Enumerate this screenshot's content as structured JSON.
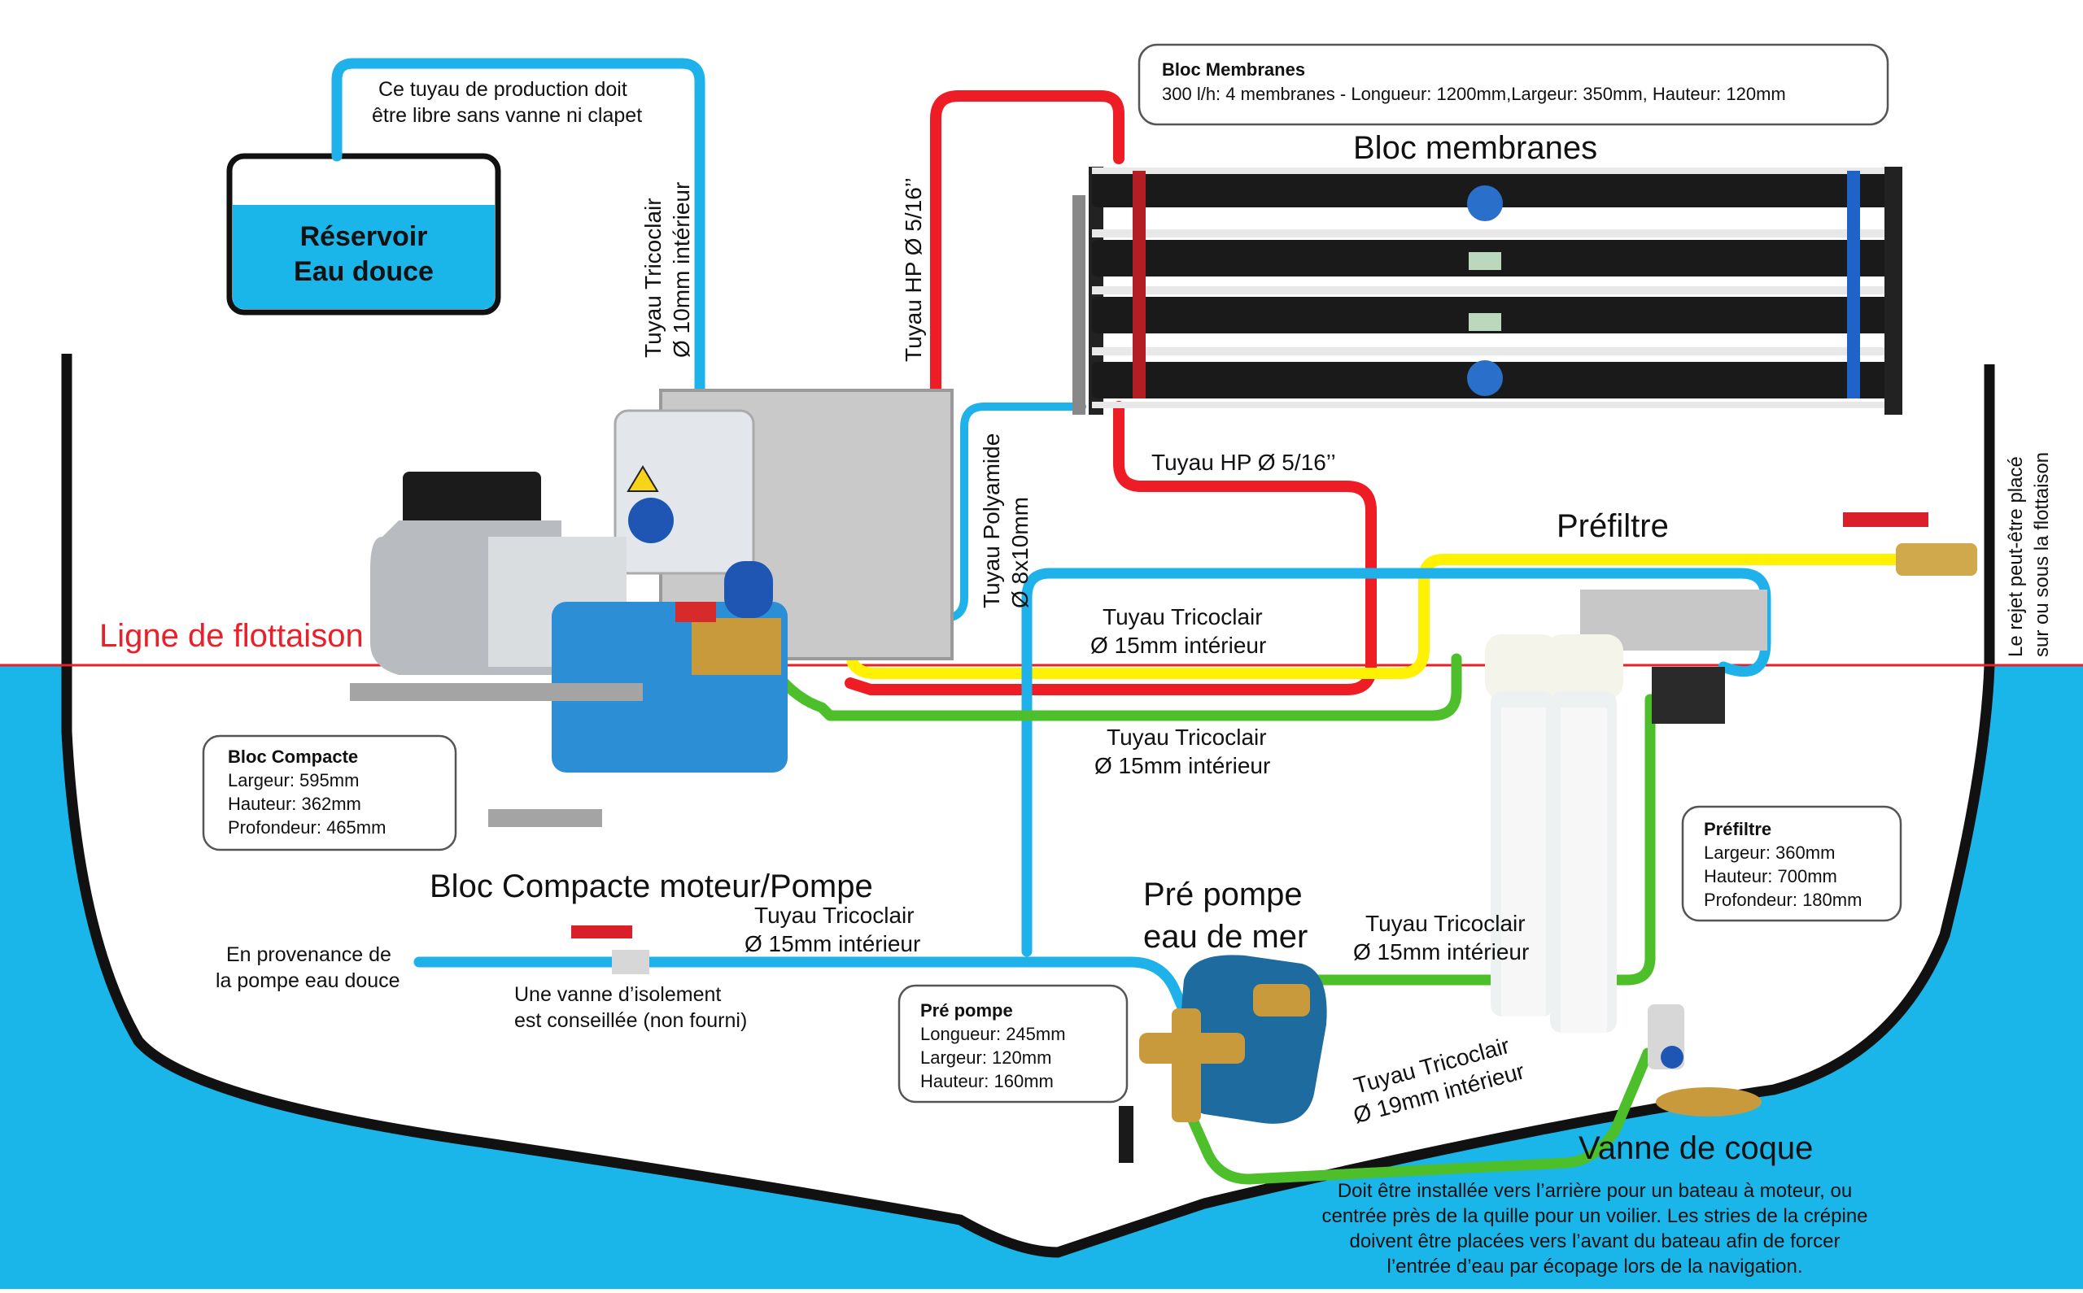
{
  "reservoir": {
    "line1": "Réservoir",
    "line2": "Eau douce"
  },
  "production_note": {
    "line1": "Ce tuyau de production doit",
    "line2": "être libre sans vanne ni clapet"
  },
  "hose_tricoclair_10": {
    "line1": "Tuyau Tricoclair",
    "line2": "Ø 10mm intérieur"
  },
  "hose_hp_vertical": "Tuyau HP Ø 5/16’’",
  "hose_hp_horizontal": "Tuyau HP Ø 5/16’’",
  "hose_polyamide": {
    "line1": "Tuyau Polyamide",
    "line2": "Ø 8x10mm"
  },
  "membranes_box": {
    "title": "Bloc Membranes",
    "text": "300 l/h: 4 membranes - Longueur: 1200mm,Largeur: 350mm, Hauteur: 120mm"
  },
  "membranes_title": "Bloc membranes",
  "rejection_note": {
    "line1": "Le rejet peut-être placé",
    "line2": "sur ou sous la flottaison"
  },
  "prefilter_title": "Préfiltre",
  "waterline": "Ligne de flottaison",
  "hose_yellow_label": {
    "line1": "Tuyau Tricoclair",
    "line2": "Ø 15mm intérieur"
  },
  "hose_green_label": {
    "line1": "Tuyau Tricoclair",
    "line2": "Ø 15mm intérieur"
  },
  "compact_box": {
    "title": "Bloc Compacte",
    "lines": [
      "Largeur: 595mm",
      "Hauteur: 362mm",
      "Profondeur: 465mm"
    ]
  },
  "compact_title": "Bloc Compacte moteur/Pompe",
  "prefilter_box": {
    "title": "Préfiltre",
    "lines": [
      "Largeur: 360mm",
      "Hauteur: 700mm",
      "Profondeur: 180mm"
    ]
  },
  "fresh_origin": {
    "line1": "En provenance de",
    "line2": "la pompe eau douce"
  },
  "hose_blue_lower": {
    "line1": "Tuyau Tricoclair",
    "line2": "Ø 15mm intérieur"
  },
  "valve_note": {
    "line1": "Une vanne d’isolement",
    "line2": "est conseillée (non fourni)"
  },
  "prepump_title": {
    "line1": "Pré pompe",
    "line2": "eau de mer"
  },
  "prepump_box": {
    "title": "Pré pompe",
    "lines": [
      "Longueur: 245mm",
      "Largeur: 120mm",
      "Hauteur: 160mm"
    ]
  },
  "hose_green_right": {
    "line1": "Tuyau Tricoclair",
    "line2": "Ø 15mm intérieur"
  },
  "hose_19": {
    "line1": "Tuyau Tricoclair",
    "line2": "Ø 19mm intérieur"
  },
  "hull_valve_title": "Vanne de coque",
  "hull_valve_note": {
    "line1": "Doit être installée vers l’arrière pour un bateau à moteur, ou",
    "line2": "centrée près de la quille pour un voilier. Les stries de la crépine",
    "line3": "doivent être placées vers l’avant du bateau afin de forcer",
    "line4": "l’entrée d’eau par écopage lors de la navigation."
  },
  "colors": {
    "sea": "#1ab6ea",
    "hull": "#111111",
    "waterline": "#e8202a",
    "pipe_blue": "#1fb2ea",
    "pipe_red": "#ee1c24",
    "pipe_yellow": "#fff200",
    "pipe_green": "#4cbf2a",
    "membrane": "#1a1a1a",
    "pump_blue": "#2c8fd6"
  },
  "icons": [
    "warning-icon",
    "valve-handle-icon"
  ]
}
